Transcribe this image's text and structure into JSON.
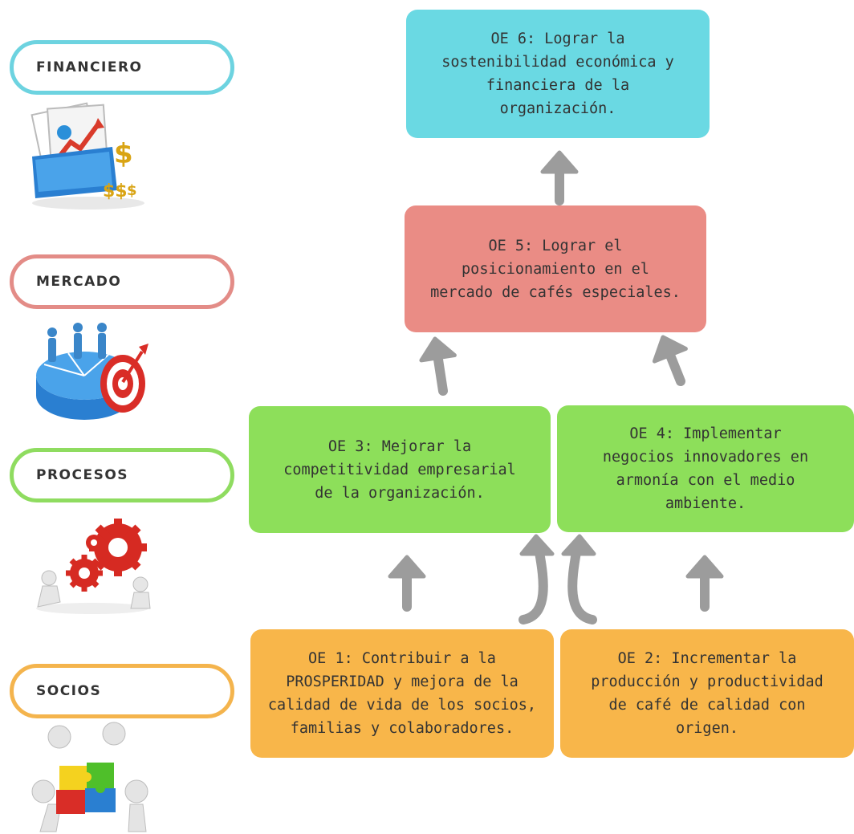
{
  "perspectives": [
    {
      "id": "financiero",
      "label": "FINANCIERO",
      "color": "#6dd3e0",
      "icon": "finance-chart-dollar-icon"
    },
    {
      "id": "mercado",
      "label": "MERCADO",
      "color": "#e38c87",
      "icon": "market-people-target-icon"
    },
    {
      "id": "procesos",
      "label": "PROCESOS",
      "color": "#8fdc60",
      "icon": "process-gears-icon"
    },
    {
      "id": "socios",
      "label": "SOCIOS",
      "color": "#f4b44d",
      "icon": "partners-puzzle-icon"
    }
  ],
  "objectives": {
    "oe6": {
      "text": "OE 6: Lograr la\nsostenibilidad económica y\nfinanciera de la\norganización.",
      "color": "#6ad9e3"
    },
    "oe5": {
      "text": "OE 5: Lograr el\nposicionamiento en el\nmercado de cafés especiales.",
      "color": "#ea8c85"
    },
    "oe3": {
      "text": "OE 3: Mejorar la\ncompetitividad empresarial\nde la organización.",
      "color": "#8ddf5a"
    },
    "oe4": {
      "text": "OE 4: Implementar\nnegocios innovadores en\narmonía con el medio\nambiente.",
      "color": "#8ddf5a"
    },
    "oe1": {
      "text": "OE 1: Contribuir a la\nPROSPERIDAD y mejora de la\ncalidad de vida de los socios,\nfamilias y colaboradores.",
      "color": "#f8b64a"
    },
    "oe2": {
      "text": "OE 2: Incrementar la\nproducción y productividad\nde café de calidad con\norigen.",
      "color": "#f8b64a"
    }
  },
  "arrow_color": "#9c9c9c"
}
